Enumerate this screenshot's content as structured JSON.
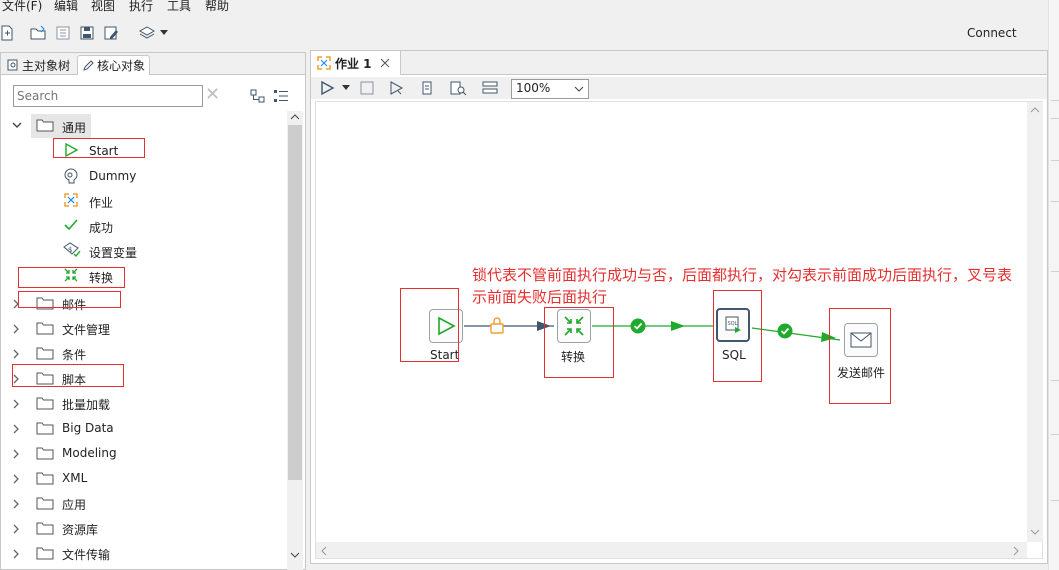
{
  "menu": {
    "file": "文件(F)",
    "edit": "编辑",
    "view": "视图",
    "run": "执行",
    "tools": "工具",
    "help": "帮助"
  },
  "toolbar": {
    "connect": "Connect"
  },
  "left_tabs": {
    "main_tree": "主对象树",
    "core_objects": "核心对象"
  },
  "search": {
    "placeholder": "Search"
  },
  "tree": {
    "general": "通用",
    "general_items": [
      "Start",
      "Dummy",
      "作业",
      "成功",
      "设置变量",
      "转换"
    ],
    "folders": [
      "邮件",
      "文件管理",
      "条件",
      "脚本",
      "批量加载",
      "Big Data",
      "Modeling",
      "XML",
      "应用",
      "资源库",
      "文件传输"
    ]
  },
  "editor": {
    "tab_title": "作业 1",
    "zoom": "100%"
  },
  "canvas": {
    "nodes": {
      "start": "Start",
      "transform": "转换",
      "sql": "SQL",
      "mail": "发送邮件"
    },
    "annotation_line1": "锁代表不管前面执行成功与否，后面都执行，对勾表示前面成功后面执行，叉号表",
    "annotation_line2": "示前面失败后面执行"
  },
  "colors": {
    "annotation": "#e53030",
    "hop_ok": "#1faa2c",
    "hop_lock": "#f0a030",
    "hop_default": "#41566a"
  }
}
